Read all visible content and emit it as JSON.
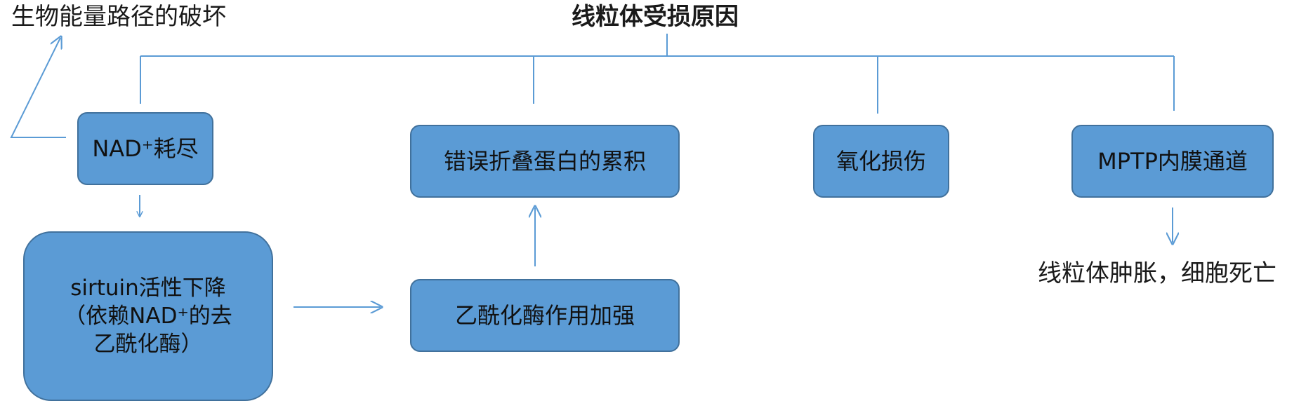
{
  "title": "线粒体受损原因",
  "top_left_note": "生物能量路径的破坏",
  "boxes": {
    "nad": "NAD⁺耗尽",
    "sirtuin": "sirtuin活性下降\n（依赖NAD⁺的去\n乙酰化酶）",
    "misfold": "错误折叠蛋白的累积",
    "acetyl": "乙酰化酶作用加强",
    "oxidative": "氧化损伤",
    "mptp": "MPTP内膜通道"
  },
  "outcome_text": "线粒体肿胀，细胞死亡",
  "colors": {
    "box_fill": "#5b9bd5",
    "box_border": "#41719c",
    "line": "#5b9bd5"
  }
}
